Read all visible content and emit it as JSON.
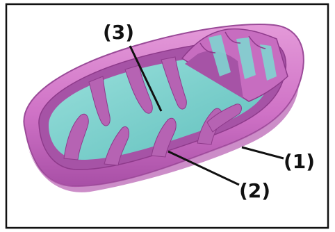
{
  "diagram": {
    "labels": {
      "outer_membrane": "(1)",
      "intermembrane_space": "(2)",
      "cristae": "(3)"
    },
    "colors": {
      "membrane": "#cf72c6",
      "membrane_dark": "#8e3a8b",
      "inner": "#a653a6",
      "matrix": "#7fd4d0",
      "frame": "#111111"
    }
  }
}
